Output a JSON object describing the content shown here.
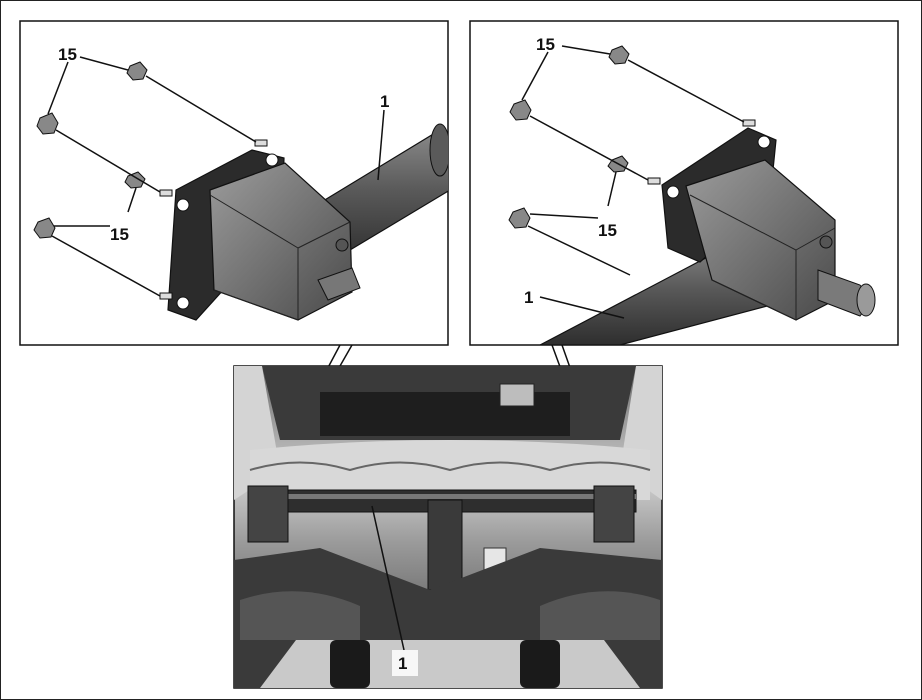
{
  "callouts": {
    "left_top_15": "15",
    "left_mid_15": "15",
    "left_part_1": "1",
    "right_top_15": "15",
    "right_mid_15": "15",
    "right_part_1": "1",
    "photo_part_1": "1"
  },
  "colors": {
    "stroke": "#111111",
    "metal_dark": "#3a3a3a",
    "metal_mid": "#6e6e6e",
    "metal_light": "#9a9a9a",
    "photo_bg": "#5a5a5a"
  }
}
